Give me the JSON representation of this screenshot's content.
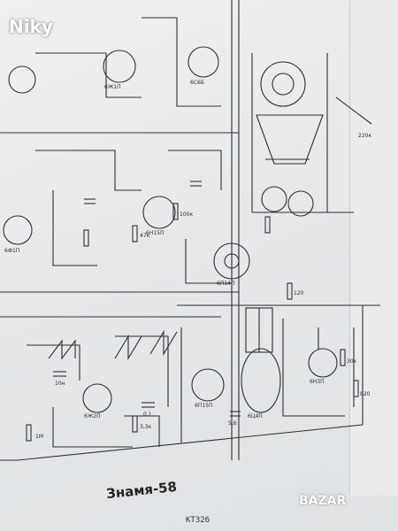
{
  "watermark": {
    "text": "Niky"
  },
  "document": {
    "title": "Знамя-58"
  },
  "logo": {
    "text": "BAZAR"
  },
  "bottom_edge": {
    "tag": "KT326"
  },
  "schematic_labels": [
    "6Ж1П",
    "6С6Б",
    "6Н15П",
    "6Ф1П",
    "6П14П",
    "6Ц4П",
    "6Н3П",
    "6П15П",
    "6Ж2П",
    "47к",
    "100к",
    "220к",
    "1М",
    "3,3к",
    "10н",
    "0,1",
    "5,6",
    "30к",
    "820",
    "120"
  ]
}
